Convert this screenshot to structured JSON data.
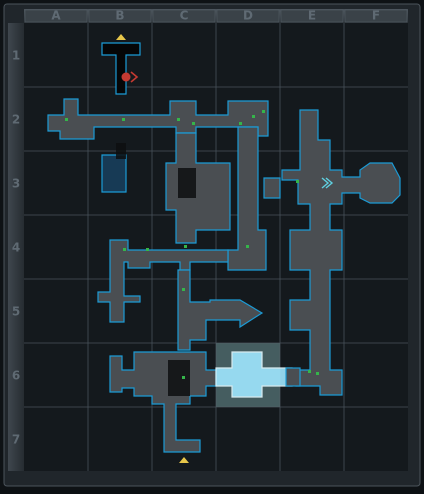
{
  "map": {
    "columns": [
      "A",
      "B",
      "C",
      "D",
      "E",
      "F"
    ],
    "rows": [
      "1",
      "2",
      "3",
      "4",
      "5",
      "6",
      "7"
    ],
    "highlighted_cell": "D6",
    "colors": {
      "background": "#14191d",
      "frame": "#3a4248",
      "frame_header": "#2c3338",
      "grid_line": "#56606a",
      "corridor": "#4a4e52",
      "corridor_outline": "#1b9bd6",
      "explored_dark": "#0d0f10",
      "highlight_cell": "#4e6a6c",
      "highlight_room": "#9fe7ff",
      "item_dot": "#35b54a",
      "player_marker": "#c53a32",
      "exit_marker": "#e7c64a",
      "label": "#5f6a73"
    },
    "markers": [
      {
        "name": "player-marker",
        "cell": "B1"
      },
      {
        "name": "exit-marker-top",
        "cell": "B1"
      },
      {
        "name": "exit-marker-bottom",
        "cell": "C7"
      },
      {
        "name": "waypoint-marker",
        "cell": "E3"
      }
    ]
  }
}
